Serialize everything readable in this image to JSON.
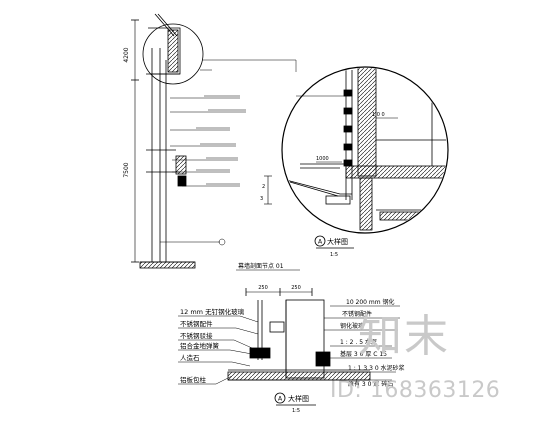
{
  "drawing": {
    "upper_dims": [
      "4200",
      "7500"
    ],
    "upper_title": "幕墙剖面节点 01",
    "detail_a_title": "大样图",
    "detail_a_scale": "1:5",
    "detail_a_callouts": [
      "1 0 0",
      "1000",
      "2",
      "3"
    ],
    "lower_dims": [
      "250",
      "250"
    ],
    "lower_left_labels": [
      "12 mm 无钉钢化玻璃",
      "不锈钢配件",
      "不锈钢驳接",
      "铝合金地弹簧",
      "人造石",
      "铝板包柱"
    ],
    "lower_right_labels": [
      "10 200 mm 钢化",
      "不锈钢配件",
      "钢化玻璃",
      "1 : 2 . 5 水泥",
      "基层 3 0 厚 C 15",
      "1 : 1 3 3 0 水泥砂浆",
      "原有 3 0 厚 碎石"
    ],
    "lower_title": "大样图",
    "lower_scale": "1:5",
    "detail_marker": "A"
  },
  "watermark": {
    "logo": "知末",
    "id": "ID: 168363126"
  }
}
